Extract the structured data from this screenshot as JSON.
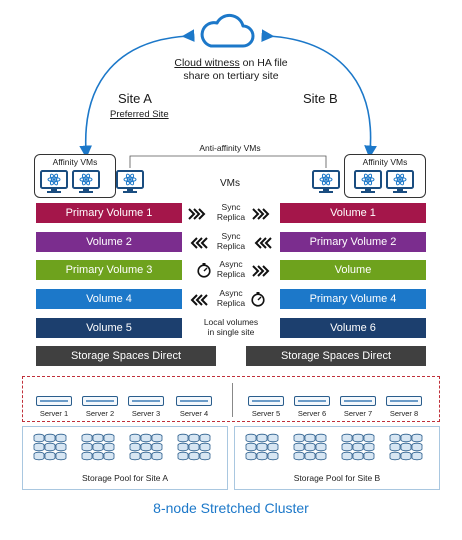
{
  "cloud": {
    "witness_line1_link": "Cloud witness",
    "witness_line1_rest": " on HA file",
    "witness_line2": "share on tertiary site",
    "icon": "cloud-icon"
  },
  "site_a": {
    "label": "Site A",
    "sub": "Preferred Site"
  },
  "site_b": {
    "label": "Site B"
  },
  "anti_affinity": "Anti-affinity VMs",
  "affinity_left": "Affinity VMs",
  "affinity_right": "Affinity VMs",
  "vms_label": "VMs",
  "rows": [
    {
      "left": "Primary Volume 1",
      "right": "Volume 1",
      "mid1": "Sync",
      "mid2": "Replica",
      "left_color": "#a4164a",
      "right_color": "#a4164a",
      "direction": "right",
      "icon": "chevrons-right-icon"
    },
    {
      "left": "Volume 2",
      "right": "Primary Volume 2",
      "mid1": "Sync",
      "mid2": "Replica",
      "left_color": "#7b2d8e",
      "right_color": "#7b2d8e",
      "direction": "left",
      "icon": "chevrons-left-icon"
    },
    {
      "left": "Primary Volume 3",
      "right": "Volume",
      "mid1": "Async",
      "mid2": "Replica",
      "left_color": "#6ea21d",
      "right_color": "#6ea21d",
      "direction": "right",
      "icon": "stopwatch-icon"
    },
    {
      "left": "Volume 4",
      "right": "Primary Volume 4",
      "mid1": "Async",
      "mid2": "Replica",
      "left_color": "#1c78c9",
      "right_color": "#1c78c9",
      "direction": "left",
      "icon": "stopwatch-icon"
    },
    {
      "left": "Volume 5",
      "right": "Volume 6",
      "mid1": "Local volumes",
      "mid2": "in single site",
      "left_color": "#1c3f6e",
      "right_color": "#1c3f6e",
      "direction": "none",
      "icon": ""
    }
  ],
  "s2d_left": "Storage Spaces Direct",
  "s2d_right": "Storage Spaces Direct",
  "servers": [
    "Server 1",
    "Server 2",
    "Server 3",
    "Server 4",
    "Server 5",
    "Server 6",
    "Server 7",
    "Server 8"
  ],
  "pool_a": "Storage Pool for Site A",
  "pool_b": "Storage Pool for Site B",
  "caption": "8-node Stretched Cluster",
  "colors": {
    "accent": "#1c78c9",
    "dark": "#404040",
    "dashed_border": "#c0303a",
    "pool_border": "#a9c7e0"
  }
}
